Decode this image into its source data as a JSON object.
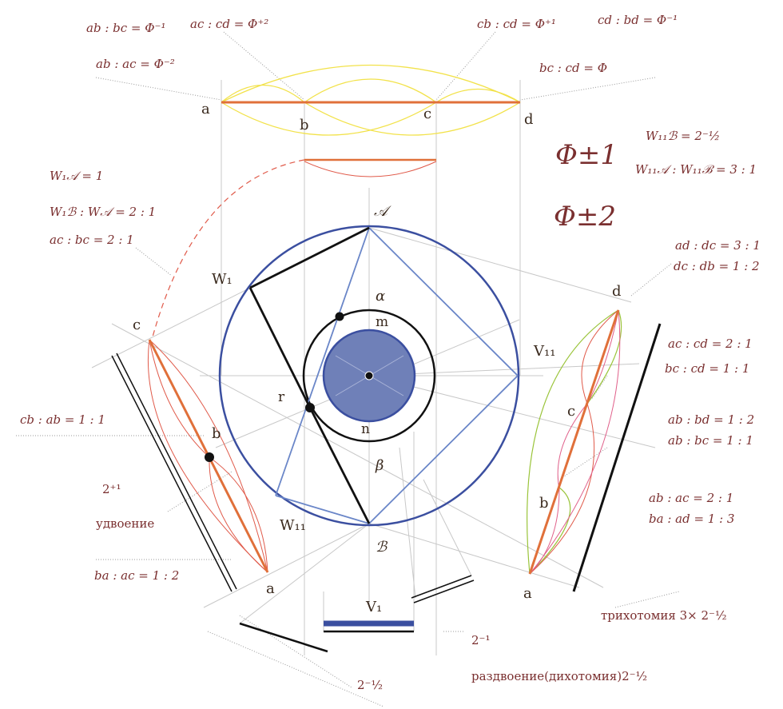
{
  "ratios_top": {
    "ab_bc": "ab : bc = Φ⁻¹",
    "ac_cd": "ac : cd = Φ⁺²",
    "cb_cd": "cb : cd = Φ⁺¹",
    "cd_bd": "cd : bd = Φ⁻¹",
    "ab_ac": "ab : ac = Φ⁻²",
    "bc_cd": "bc : cd = Φ"
  },
  "top_points": {
    "a": "a",
    "b": "b",
    "c": "c",
    "d": "d"
  },
  "phi_labels": {
    "phi1": "Φ±1",
    "phi2": "Φ±2"
  },
  "right_header": {
    "w11b": "W₁₁ℬ = 2⁻½",
    "w11a_w11b": "W₁₁𝒜 : W₁₁ℬ = 3 : 1"
  },
  "left_header": {
    "w1a": "W₁𝒜 = 1",
    "w1b_wa": "W₁ℬ : W𝒜 = 2 : 1",
    "ac_bc": "ac : bc = 2 : 1"
  },
  "circle_labels": {
    "A": "𝒜",
    "B": "ℬ",
    "W1": "W₁",
    "W11": "W₁₁",
    "V11": "V₁₁",
    "V1": "V₁",
    "alpha": "α",
    "beta": "β",
    "m": "m",
    "n": "n",
    "r": "r"
  },
  "left_panel": {
    "c": "c",
    "b": "b",
    "a": "a",
    "cb_ab": "cb : ab = 1 : 1",
    "two_plus": "2⁺¹",
    "doubling": "удвоение",
    "ba_ac": "ba : ac = 1 : 2"
  },
  "right_panel": {
    "d": "d",
    "c": "c",
    "b": "b",
    "a": "a",
    "ad_dc": "ad : dc = 3 : 1",
    "dc_db": "dc : db = 1 : 2",
    "ac_cd": "ac : cd = 2 : 1",
    "bc_cd": "bc : cd = 1 : 1",
    "ab_bd": "ab : bd = 1 : 2",
    "ab_bc": "ab : bc = 1 : 1",
    "ab_ac": "ab : ac = 2 : 1",
    "ba_ad": "ba : ad = 1 : 3",
    "trichotomy": "трихотомия 3× 2⁻½"
  },
  "bottom": {
    "two_minus": "2⁻¹",
    "two_minus_half": "2⁻½",
    "dichotomy": "раздвоение(дихотомия)2⁻½"
  },
  "colors": {
    "orange": "#e0703a",
    "yellow": "#f2e24a",
    "red": "#e05a4a",
    "blue": "#3b4fa0",
    "blue_fill": "#6f80b8",
    "light_blue": "#6a86c8",
    "gray": "#bdbdbd",
    "label": "#7a2f2f",
    "green": "#9ac43a",
    "pink": "#e0608a"
  }
}
